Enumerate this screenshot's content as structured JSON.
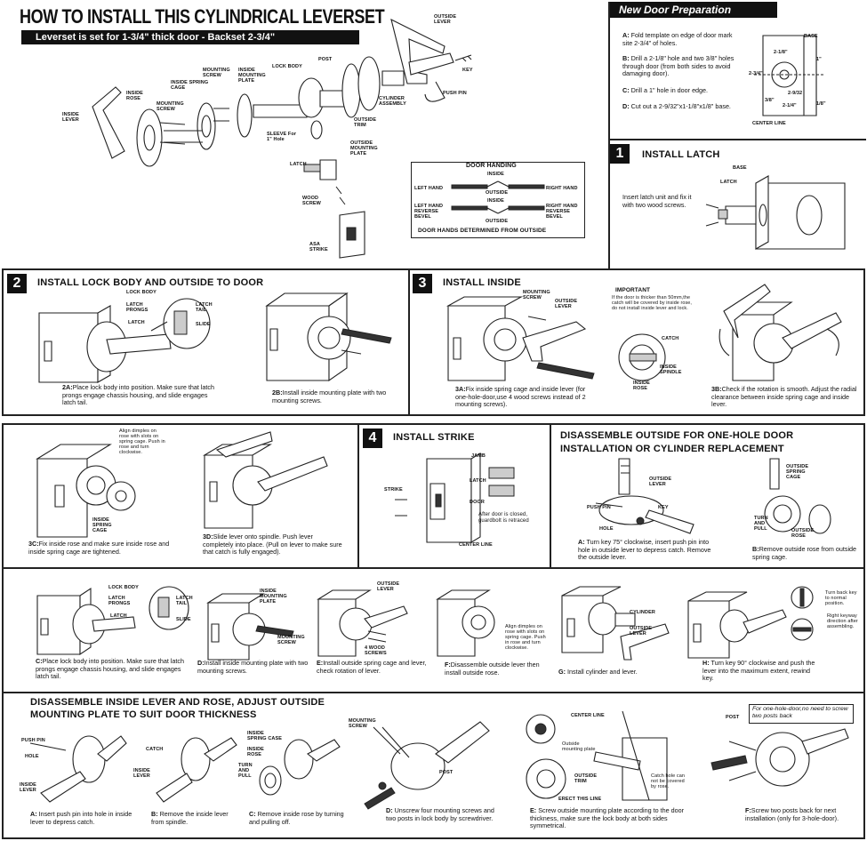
{
  "title": "HOW TO INSTALL THIS CYLINDRICAL LEVERSET",
  "subtitle": "Leverset is set for 1-3/4\" thick door - Backset 2-3/4\"",
  "parts": {
    "outside_lever": "OUTSIDE LEVER",
    "key": "KEY",
    "push_pin": "PUSH PIN",
    "post": "POST",
    "lock_body": "LOCK BODY",
    "inside_mounting_plate": "INSIDE MOUNTING PLATE",
    "mounting_screw": "MOUNTING SCREW",
    "inside_spring_cage": "INSIDE SPRING CAGE",
    "inside_rose": "INSIDE ROSE",
    "inside_lever": "INSIDE LEVER",
    "cylinder_assembly": "CYLINDER ASSEMBLY",
    "outside_trim": "OUTSIDE TRIM",
    "sleeve": "SLEEVE For 1\" Hole",
    "outside_mounting_plate": "OUTSIDE MOUNTING PLATE",
    "latch": "LATCH",
    "wood_screw": "WOOD SCREW",
    "asa_strike": "ASA STRIKE"
  },
  "handing": {
    "title": "DOOR HANDING",
    "inside_top": "INSIDE",
    "left_hand": "LEFT HAND",
    "right_hand": "RIGHT HAND",
    "outside_mid": "OUTSIDE",
    "inside_mid": "INSIDE",
    "lhr": "LEFT HAND REVERSE BEVEL",
    "rhr": "RIGHT HAND REVERSE BEVEL",
    "outside_bot": "OUTSIDE",
    "footer": "DOOR HANDS DETERMINED FROM OUTSIDE"
  },
  "prep": {
    "title": "New Door Preparation",
    "a_letter": "A:",
    "a": "Fold template on edge of door mark site 2-3/4\" of holes.",
    "b_letter": "B:",
    "b": "Drill a 2-1/8\" hole and two 3/8\" holes through door (from both sides to avoid damaging door).",
    "c_letter": "C:",
    "c": "Drill a 1\" hole in door edge.",
    "d_letter": "D:",
    "d": "Cut out a 2-9/32\"x1-1/8\"x1/8\" base.",
    "base": "BASE",
    "dim1": "2-1/8\"",
    "dim2": "2-3/4\"",
    "dim3": "2-9/32",
    "dim4": "3/8\"",
    "dim5": "2-1/4\"",
    "dim6": "1\"",
    "dim7": "1/8\"",
    "center_line": "CENTER LINE"
  },
  "s1": {
    "num": "1",
    "title": "INSTALL LATCH",
    "base": "BASE",
    "latch": "LATCH",
    "text": "Insert latch unit and fix it with two wood screws."
  },
  "s2": {
    "num": "2",
    "title": "INSTALL LOCK BODY AND OUTSIDE  TO DOOR",
    "lock_body": "LOCK BODY",
    "latch_prongs": "LATCH PRONGS",
    "latch_tail": "LATCH TAIL",
    "latch": "LATCH",
    "slide": "SLIDE",
    "a_letter": "2A:",
    "a": "Place lock body into position. Make sure that latch prongs engage chassis housing, and slide engages latch tail.",
    "b_letter": "2B:",
    "b": "Install inside mounting plate with two mounting screws."
  },
  "s3": {
    "num": "3",
    "title": "INSTALL INSIDE",
    "mounting_screw": "MOUNTING SCREW",
    "outside_lever": "OUTSIDE LEVER",
    "important": "IMPORTANT",
    "imp_text": "If the door is thicker than 50mm,the catch will be covered by inside rose, do not install inside lever and lock.",
    "catch": "CATCH",
    "inside_spindle": "INSIDE SPINDLE",
    "inside_rose": "INSIDE ROSE",
    "a_letter": "3A:",
    "a": "Fix inside spring cage and inside lever (for one-hole-door,use 4 wood screws instead of 2 mounting screws).",
    "b_letter": "3B:",
    "b": "Check if the rotation is smooth. Adjust the radial clearance between inside spring cage and inside lever."
  },
  "s3c": {
    "note": "Align dimples on rose with slots on spring cage. Push in rose and turn clockwise.",
    "inside_spring_cage": "INSIDE SPRING CAGE",
    "c_letter": "3C:",
    "c": "Fix inside rose and make sure inside rose and inside spring cage are tightened.",
    "d_letter": "3D:",
    "d": "Slide lever onto spindle. Push  lever completely into place. (Pull on lever  to make sure that catch is fully engaged)."
  },
  "s4": {
    "num": "4",
    "title": "INSTALL STRIKE",
    "jamb": "JAMB",
    "latch": "LATCH",
    "door": "DOOR",
    "strike": "STRIKE",
    "note": "After door is closed, guardbolt is retraced",
    "center_line": "CENTER LINE"
  },
  "dis": {
    "title1": "DISASSEMBLE OUTSIDE FOR ONE-HOLE DOOR",
    "title2": "INSTALLATION  OR CYLINDER REPLACEMENT",
    "outside_lever": "OUTSIDE LEVER",
    "push_pin": "PUSH PIN",
    "key": "KEY",
    "hole": "HOLE",
    "outside_spring_cage": "OUTSIDE SPRING CAGE",
    "turn_pull": "TURN AND PULL",
    "outside_rose": "OUTSIDE ROSE",
    "a_letter": "A:",
    "a": "Turn key 75° clockwise, insert push pin into hole in outside lever to depress catch. Remove the outside lever.",
    "b_letter": "B:",
    "b": "Remove outside rose from outside spring cage."
  },
  "row3": {
    "lock_body": "LOCK BODY",
    "latch_prongs": "LATCH PRONGS",
    "latch_tail": "LATCH TAIL",
    "latch": "LATCH",
    "slide": "SLIDE",
    "c_letter": "C:",
    "c": "Place lock body into position. Make sure that latch prongs engage chassis housing, and slide engages latch tail.",
    "inside_mounting_plate": "INSIDE MOUNTING PLATE",
    "mounting_screw": "MOUNTING SCREW",
    "d_letter": "D:",
    "d": "Install inside mounting plate with two mounting screws.",
    "outside_lever": "OUTSIDE LEVER",
    "wood_screws": "4 WOOD SCREWS",
    "e_letter": "E:",
    "e": "Install outside spring cage and lever, check rotation of lever.",
    "f_note": "Align dimples on rose with slots on spring cage. Push in rose and turn clockwise.",
    "f_letter": "F:",
    "f": "Disassemble outside lever then install outside rose.",
    "cylinder": "CYLINDER",
    "g_outside_lever": "OUTSIDE LEVER",
    "g_letter": "G:",
    "g": "Install cylinder and lever.",
    "turn_back": "Turn back key to normal position.",
    "right_keyway": "Right keyway direction after assembling.",
    "h_letter": "H:",
    "h": "Turn key 90° clockwise and push the lever into the maximum extent, rewind key."
  },
  "row4": {
    "title1": "DISASSEMBLE INSIDE LEVER AND ROSE, ADJUST OUTSIDE",
    "title2": "MOUNTING PLATE TO SUIT DOOR THICKNESS",
    "push_pin": "PUSH PIN",
    "hole": "HOLE",
    "inside_lever": "INSIDE LEVER",
    "a_letter": "A:",
    "a": "Insert push pin into hole in inside lever to depress catch.",
    "catch": "CATCH",
    "b_inside_lever": "INSIDE LEVER",
    "b_letter": "B:",
    "b": "Remove the inside lever from spindle.",
    "inside_spring_case": "INSIDE SPRING CASE",
    "inside_rose": "INSIDE ROSE",
    "turn_pull": "TURN AND PULL",
    "c_letter": "C:",
    "c": "Remove inside rose by turning and pulling off.",
    "mounting_screw": "MOUNTING SCREW",
    "post": "POST",
    "d_letter": "D:",
    "d": "Unscrew four mounting screws and two posts in lock body by screwdriver.",
    "center_line": "CENTER LINE",
    "outside_mounting_plate": "Outside mounting plate",
    "outside_trim": "OUTSIDE TRIM",
    "catch_hole": "Catch hole can not be covered by rose.",
    "erect_line": "ERECT THIS LINE",
    "e_letter": "E:",
    "e": "Screw outside mounting plate according to the door thickness, make sure the lock body at both sides symmetrical.",
    "note": "For one-hole-door,no need to screw two posts back",
    "f_post": "POST",
    "f_letter": "F:",
    "f": "Screw two posts back for next installation (only for 3-hole-door)."
  }
}
